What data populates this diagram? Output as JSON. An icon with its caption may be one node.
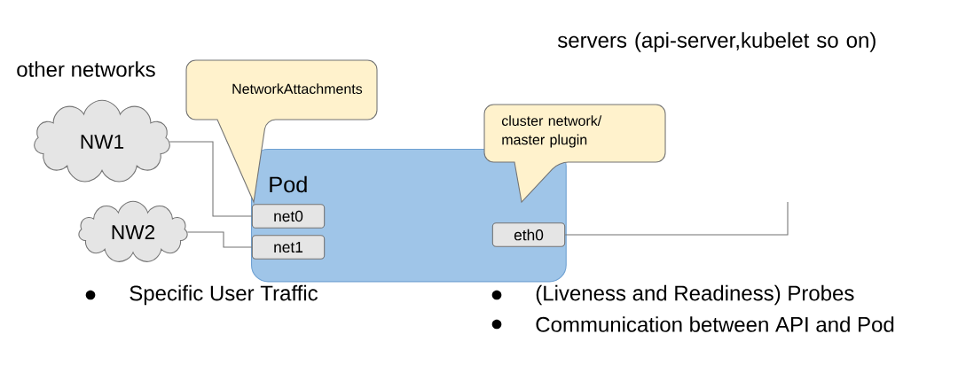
{
  "diagram": {
    "nodes": [
      {
        "text": [
          "NW1"
        ]
      },
      {
        "text": [
          "NW2"
        ]
      },
      {
        "text": [
          "Pod"
        ]
      },
      {
        "text": [
          "net0"
        ],
        "in": 2
      },
      {
        "text": [
          "net1"
        ],
        "in": 2
      },
      {
        "text": [
          "eth0"
        ],
        "in": 2
      },
      {
        "text": [
          "NetworkAttachments"
        ]
      },
      {
        "text": [
          "cluster network/ master plugin"
        ]
      }
    ],
    "edges": [
      {
        "from": 0,
        "to": 3,
        "arrow": "none"
      },
      {
        "from": 1,
        "to": 4,
        "arrow": "none"
      },
      {
        "from": 5,
        "to": null,
        "arrow": "none"
      }
    ],
    "labels": [
      "servers (api-server,kubelet so on)",
      "other networks",
      "Specific User Traffic",
      "(Liveness and Readiness) Probes",
      "Communication between API and Pod"
    ]
  }
}
